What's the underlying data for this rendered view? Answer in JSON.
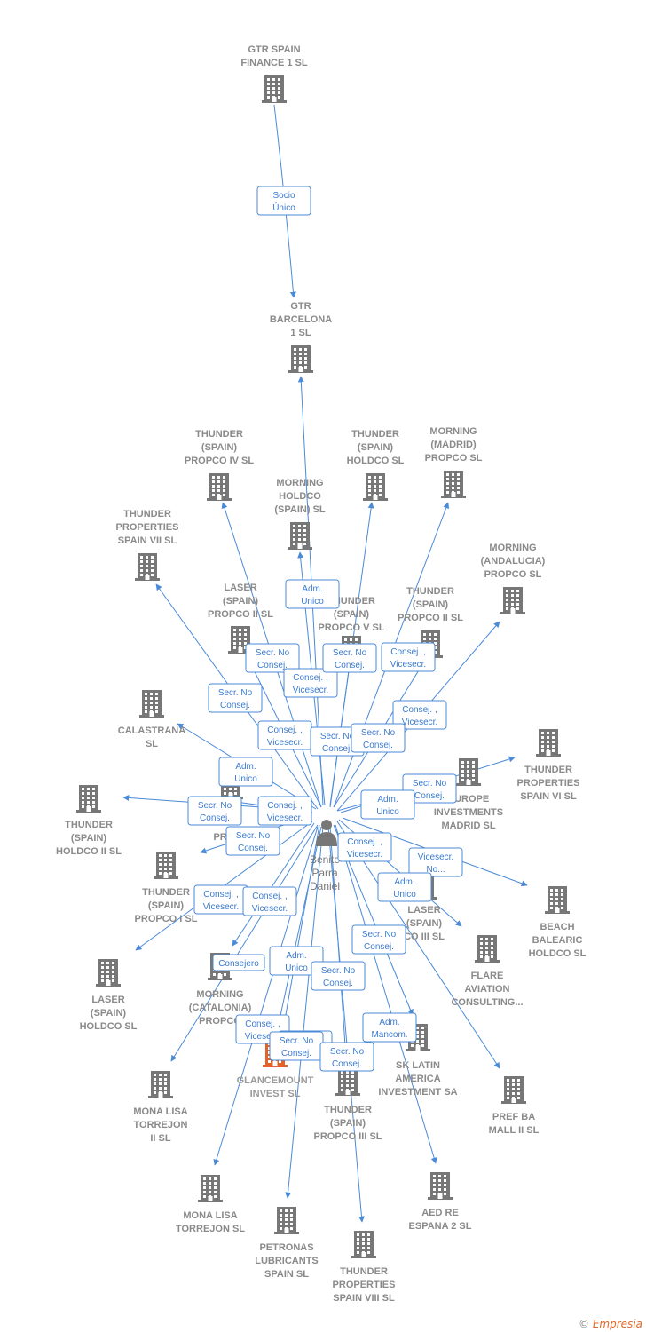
{
  "colors": {
    "edge": "#4a8ad8",
    "building": "#777777",
    "highlight": "#e0642a",
    "label": "#8a8a8a"
  },
  "person": {
    "name_lines": [
      "Benite",
      "Parra",
      "Daniel"
    ]
  },
  "nodes": [
    {
      "id": "gtr-spain-finance",
      "lines": [
        "GTR SPAIN",
        "FINANCE 1  SL"
      ]
    },
    {
      "id": "gtr-barcelona",
      "lines": [
        "GTR",
        "BARCELONA",
        "1  SL"
      ]
    },
    {
      "id": "thunder-propco-iv",
      "lines": [
        "THUNDER",
        "(SPAIN)",
        "PROPCO IV  SL"
      ]
    },
    {
      "id": "thunder-holdco",
      "lines": [
        "THUNDER",
        "(SPAIN)",
        "HOLDCO  SL"
      ]
    },
    {
      "id": "morning-madrid",
      "lines": [
        "MORNING",
        "(MADRID)",
        "PROPCO  SL"
      ]
    },
    {
      "id": "morning-holdco",
      "lines": [
        "MORNING",
        "HOLDCO",
        "(SPAIN)  SL"
      ]
    },
    {
      "id": "thunder-spain-vii",
      "lines": [
        "THUNDER",
        "PROPERTIES",
        "SPAIN VII  SL"
      ]
    },
    {
      "id": "morning-andalucia",
      "lines": [
        "MORNING",
        "(ANDALUCIA)",
        "PROPCO  SL"
      ]
    },
    {
      "id": "laser-propco-ii",
      "lines": [
        "LASER",
        "(SPAIN)",
        "PROPCO II  SL"
      ]
    },
    {
      "id": "thunder-propco-v",
      "lines": [
        "THUNDER",
        "(SPAIN)",
        "PROPCO V  SL"
      ]
    },
    {
      "id": "thunder-propco-ii",
      "lines": [
        "THUNDER",
        "(SPAIN)",
        "PROPCO II  SL"
      ]
    },
    {
      "id": "calastrana",
      "lines": [
        "CALASTRANA",
        "SL"
      ]
    },
    {
      "id": "thunder-spain-vi",
      "lines": [
        "THUNDER",
        "PROPERTIES",
        "SPAIN VI  SL"
      ]
    },
    {
      "id": "europe-investments",
      "lines": [
        "EUROPE",
        "INVESTMENTS",
        "MADRID  SL"
      ]
    },
    {
      "id": "thunder-holdco-ii",
      "lines": [
        "THUNDER",
        "(SPAIN)",
        "HOLDCO II  SL"
      ]
    },
    {
      "id": "propc-partial",
      "lines": [
        "PROPC"
      ]
    },
    {
      "id": "thunder-propco-i",
      "lines": [
        "THUNDER",
        "(SPAIN)",
        "PROPCO I  SL"
      ]
    },
    {
      "id": "beach-balearic",
      "lines": [
        "BEACH",
        "BALEARIC",
        "HOLDCO  SL"
      ]
    },
    {
      "id": "laser-propco-iii",
      "lines": [
        "LASER",
        "(SPAIN)",
        "CO III  SL"
      ]
    },
    {
      "id": "flare-aviation",
      "lines": [
        "FLARE",
        "AVIATION",
        "CONSULTING..."
      ]
    },
    {
      "id": "laser-holdco",
      "lines": [
        "LASER",
        "(SPAIN)",
        "HOLDCO  SL"
      ]
    },
    {
      "id": "morning-catalonia",
      "lines": [
        "MORNING",
        "(CATALONIA)",
        "PROPCO"
      ]
    },
    {
      "id": "glancemount",
      "lines": [
        "GLANCEMOUNT",
        "INVEST  SL"
      ]
    },
    {
      "id": "sk-latin-america",
      "lines": [
        "SK LATIN",
        "AMERICA",
        "INVESTMENT SA"
      ]
    },
    {
      "id": "mona-lisa-ii",
      "lines": [
        "MONA LISA",
        "TORREJON",
        "II  SL"
      ]
    },
    {
      "id": "thunder-propco-iii",
      "lines": [
        "THUNDER",
        "(SPAIN)",
        "PROPCO III  SL"
      ]
    },
    {
      "id": "pref-ba-mall",
      "lines": [
        "PREF BA",
        "MALL II SL"
      ]
    },
    {
      "id": "mona-lisa",
      "lines": [
        "MONA LISA",
        "TORREJON  SL"
      ]
    },
    {
      "id": "aed-re-espana",
      "lines": [
        "AED RE",
        "ESPANA 2  SL"
      ]
    },
    {
      "id": "petronas",
      "lines": [
        "PETRONAS",
        "LUBRICANTS",
        "SPAIN SL"
      ]
    },
    {
      "id": "thunder-spain-viii",
      "lines": [
        "THUNDER",
        "PROPERTIES",
        "SPAIN VIII  SL"
      ]
    }
  ],
  "edge_labels": [
    {
      "lines": [
        "Socio",
        "Único"
      ]
    },
    {
      "lines": [
        "Adm.",
        "Unico"
      ]
    },
    {
      "lines": [
        "Secr.  No",
        "Consej."
      ]
    },
    {
      "lines": [
        "Secr.  No",
        "Consej."
      ]
    },
    {
      "lines": [
        "Consej. ,",
        "Vicesecr."
      ]
    },
    {
      "lines": [
        "Consej. ,",
        "Vicesecr."
      ]
    },
    {
      "lines": [
        "Secr.  No",
        "Consej."
      ]
    },
    {
      "lines": [
        "Consej. ,",
        "Vicesecr."
      ]
    },
    {
      "lines": [
        "Consej. ,",
        "Vicesecr."
      ]
    },
    {
      "lines": [
        "Secr.  No",
        "Consej."
      ]
    },
    {
      "lines": [
        "Secr.  No",
        "Consej."
      ]
    },
    {
      "lines": [
        "Adm.",
        "Unico"
      ]
    },
    {
      "lines": [
        "Secr.  No",
        "Consej."
      ]
    },
    {
      "lines": [
        "Adm.",
        "Unico"
      ]
    },
    {
      "lines": [
        "Secr.  No",
        "Consej."
      ]
    },
    {
      "lines": [
        "Consej. ,",
        "Vicesecr."
      ]
    },
    {
      "lines": [
        "Secr.  No",
        "Consej."
      ]
    },
    {
      "lines": [
        "Consej. ,",
        "Vicesecr."
      ]
    },
    {
      "lines": [
        "Vicesecr.",
        "No..."
      ]
    },
    {
      "lines": [
        "Adm.",
        "Unico"
      ]
    },
    {
      "lines": [
        "Consej. ,",
        "Vicesecr."
      ]
    },
    {
      "lines": [
        "Consej. ,",
        "Vicesecr."
      ]
    },
    {
      "lines": [
        "Consejero"
      ]
    },
    {
      "lines": [
        "Secr.  No",
        "Consej."
      ]
    },
    {
      "lines": [
        "Adm.",
        "Unico"
      ]
    },
    {
      "lines": [
        "Consej. ,",
        "Vicesecr."
      ]
    },
    {
      "lines": [
        "Secr.  No",
        "Consej."
      ]
    },
    {
      "lines": [
        "Consej. ,",
        "Vicesecr."
      ]
    },
    {
      "lines": [
        "Adm.",
        "Mancom."
      ]
    },
    {
      "lines": [
        "Secr.  No",
        "Consej."
      ]
    },
    {
      "lines": [
        "Secr.  No",
        "Consej."
      ]
    }
  ],
  "footer": {
    "copyright": "©",
    "brand": "Empresia"
  }
}
